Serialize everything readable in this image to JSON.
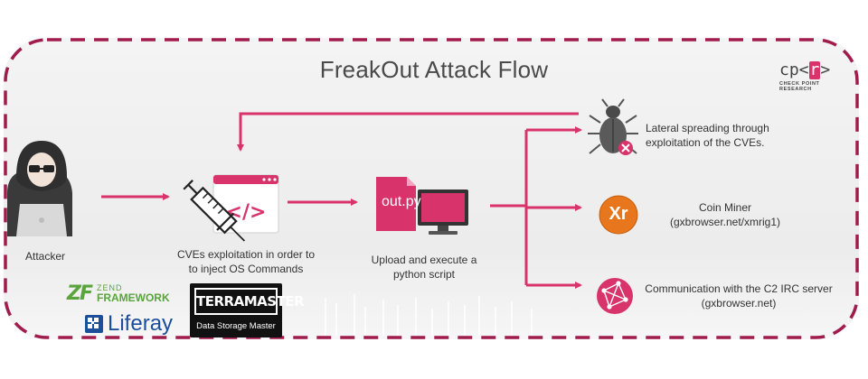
{
  "title": "FreakOut Attack Flow",
  "brand": {
    "mark": "cp<",
    "mark_r": "r",
    "mark_end": ">",
    "subtitle": "CHECK POINT RESEARCH",
    "accent": "#d8336b"
  },
  "nodes": {
    "attacker": {
      "label": "Attacker",
      "icon": "hooded-attacker-icon"
    },
    "exploit": {
      "lines": [
        "CVEs exploitation in order to",
        "to inject OS Commands"
      ],
      "icon": "syringe-code-window-icon"
    },
    "upload": {
      "lines": [
        "Upload and execute a",
        "python script"
      ],
      "file_label": "out.py",
      "icon": "script-monitor-icon"
    },
    "lateral": {
      "lines": [
        "Lateral spreading through",
        "exploitation of the CVEs."
      ],
      "icon": "bug-icon"
    },
    "miner": {
      "lines": [
        "Coin Miner",
        "(gxbrowser.net/xmrig1)"
      ],
      "icon": "xmrig-icon",
      "icon_text": "Xr"
    },
    "c2": {
      "lines": [
        "Communication with the C2 IRC server",
        "(gxbrowser.net)"
      ],
      "icon": "network-globe-icon"
    }
  },
  "vendors": {
    "zend": {
      "line1": "ZEND",
      "line2": "FRAMEWORK"
    },
    "liferay": {
      "name": "Liferay"
    },
    "terramaster": {
      "name": "TERRAMASTER",
      "subtitle": "Data Storage Master"
    }
  },
  "colors": {
    "arrow": "#d8336b",
    "frame": "#a01c4c",
    "text": "#333333"
  }
}
